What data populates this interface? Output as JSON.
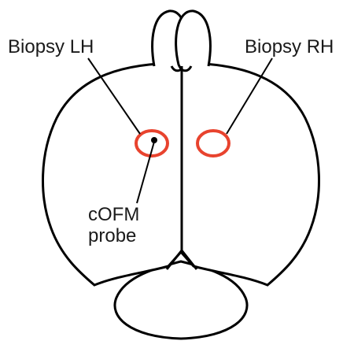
{
  "labels": {
    "biopsy_lh": "Biopsy LH",
    "biopsy_rh": "Biopsy RH",
    "probe_line1": "cOFM",
    "probe_line2": "probe"
  },
  "colors": {
    "outline": "#000000",
    "biopsy_circle": "#e8432e",
    "text": "#1a1a1a"
  }
}
